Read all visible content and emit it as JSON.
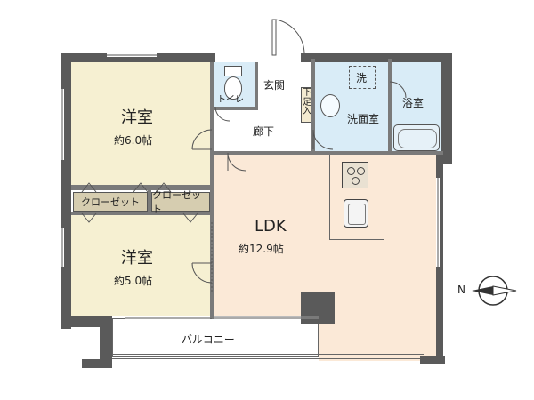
{
  "rooms": {
    "western1": {
      "name": "洋室",
      "area": "約6.0帖"
    },
    "western2": {
      "name": "洋室",
      "area": "約5.0帖"
    },
    "closet1": {
      "label": "クローゼット"
    },
    "closet2": {
      "label": "クローゼット"
    },
    "ldk": {
      "name": "LDK",
      "area": "約12.9帖"
    },
    "toilet": {
      "label": "トイレ"
    },
    "entrance": {
      "label": "玄関"
    },
    "shoe": {
      "label": "下足入"
    },
    "washroom": {
      "label": "洗面室"
    },
    "washer": {
      "label": "洗"
    },
    "bath": {
      "label": "浴室"
    },
    "hallway": {
      "label": "廊下"
    },
    "balcony": {
      "label": "バルコニー"
    }
  },
  "compass": {
    "label": "N"
  },
  "colors": {
    "western_floor": "#f6f0d2",
    "ldk_floor": "#fbe9d7",
    "wet_floor": "#d9ecf7",
    "hall_floor": "#ffffff",
    "wall": "#5a5a5a",
    "closet": "#d6cdb0"
  }
}
